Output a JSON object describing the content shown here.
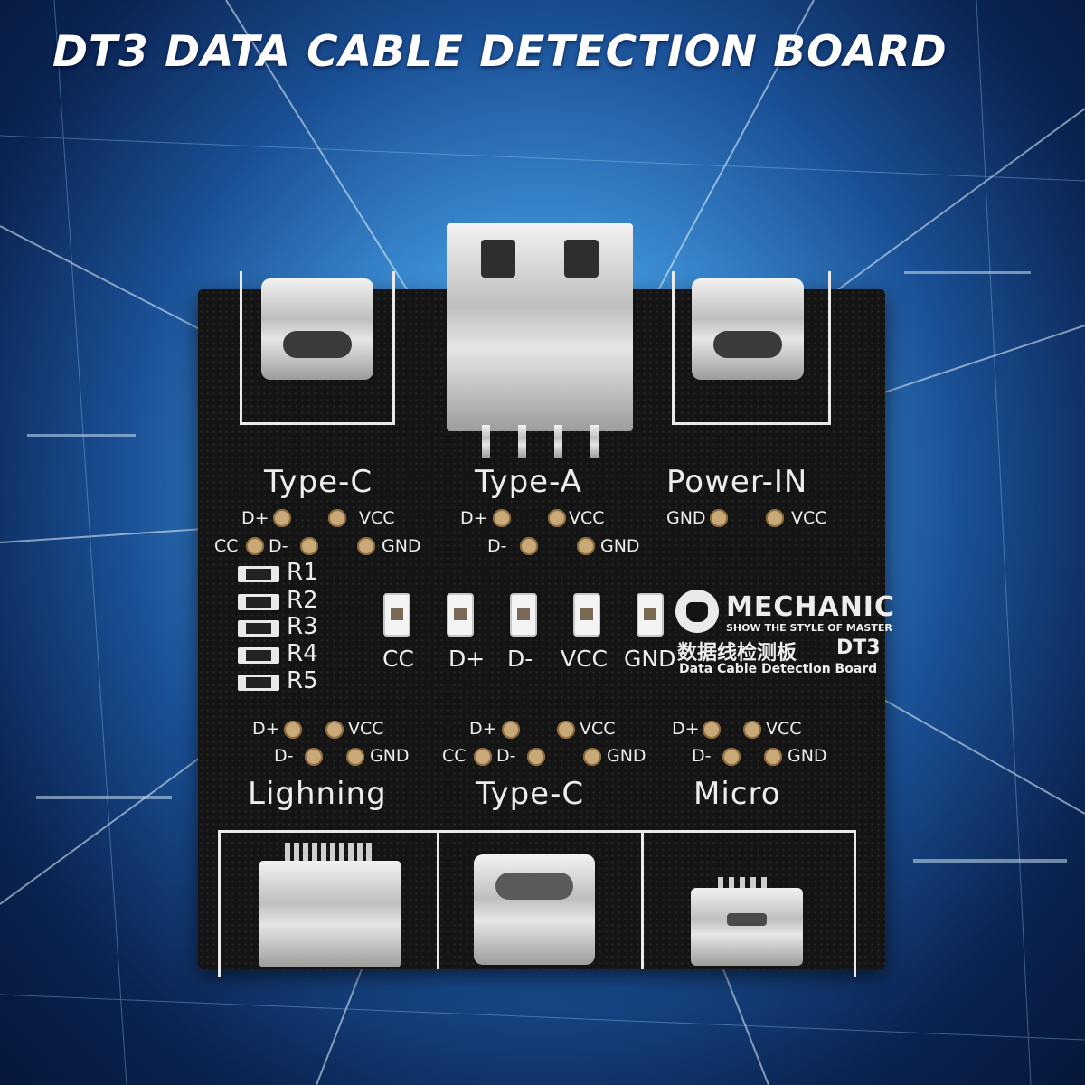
{
  "headline": "DT3 DATA CABLE DETECTION BOARD",
  "board": {
    "top_sections": {
      "type_c": {
        "title": "Type-C",
        "pins": [
          "D+",
          "VCC",
          "CC",
          "D-",
          "GND"
        ]
      },
      "type_a": {
        "title": "Type-A",
        "pins": [
          "D+",
          "VCC",
          "D-",
          "GND"
        ]
      },
      "power_in": {
        "title": "Power-IN",
        "pins": [
          "GND",
          "VCC"
        ]
      }
    },
    "resistors": [
      "R1",
      "R2",
      "R3",
      "R4",
      "R5"
    ],
    "leds": [
      "CC",
      "D+",
      "D-",
      "VCC",
      "GND"
    ],
    "brand": {
      "name": "MECHANIC",
      "tagline": "SHOW THE STYLE OF MASTER",
      "product_cn": "数据线检测板",
      "model": "DT3",
      "product_en": "Data Cable Detection Board"
    },
    "bottom_sections": {
      "lightning": {
        "title": "Lighning",
        "pins": [
          "D+",
          "VCC",
          "D-",
          "GND"
        ]
      },
      "type_c": {
        "title": "Type-C",
        "pins": [
          "D+",
          "VCC",
          "CC",
          "D-",
          "GND"
        ]
      },
      "micro": {
        "title": "Micro",
        "pins": [
          "D+",
          "VCC",
          "D-",
          "GND"
        ]
      }
    }
  },
  "colors": {
    "board": "#141414",
    "silkscreen": "#ededed",
    "pad": "#c9a977",
    "background": "#1a4f94"
  }
}
